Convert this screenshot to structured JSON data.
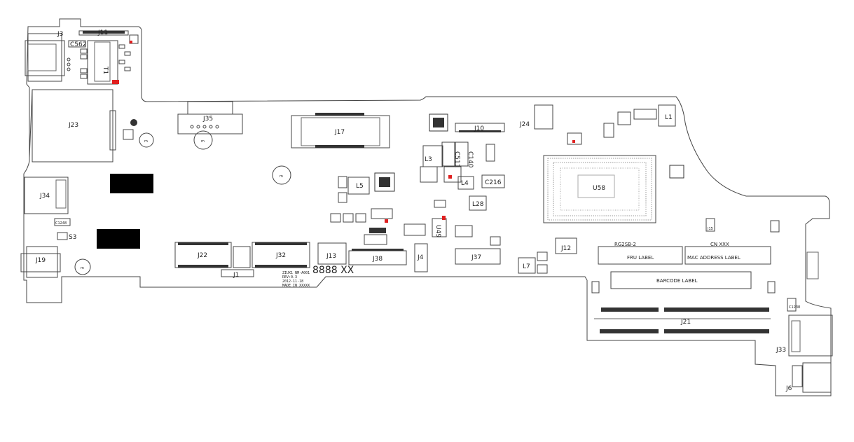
{
  "components": {
    "J3": "J3",
    "J11": "J11",
    "C562": "C562",
    "T1": "T1",
    "J23": "J23",
    "J35": "J35",
    "J17": "J17",
    "J10": "J10",
    "J24": "J24",
    "L1": "L1",
    "U58": "U58",
    "J34": "J34",
    "C1248": "C1248",
    "S3": "S3",
    "J19": "J19",
    "J22": "J22",
    "J1": "J1",
    "J32": "J32",
    "J13": "J13",
    "J38": "J38",
    "J4": "J4",
    "U49": "U49",
    "J37": "J37",
    "L7": "L7",
    "J12": "J12",
    "L3": "L3",
    "C511": "C511",
    "C140": "C140",
    "L5": "L5",
    "L4": "L4",
    "C216": "C216",
    "L28": "L28",
    "J21": "J21",
    "J33": "J33",
    "J6": "J6",
    "C1238": "C1238",
    "J15": "J15"
  },
  "labels": {
    "fru": "FRU LABEL",
    "fru_tag": "RG2SB-2",
    "mac": "MAC ADDRESS LABEL",
    "mac_tag": "CN XXX",
    "barcode": "BARCODE LABEL",
    "board_code": "8888 XX",
    "silk_line1": "ZIUX1 NM-A001",
    "silk_line2": "REV:0.3",
    "silk_line3": "2012-11-18",
    "silk_line4": "MADE IN XXXXX"
  },
  "colors": {
    "outline": "#333333",
    "fill_black": "#000000",
    "accent_red": "#e02020"
  }
}
